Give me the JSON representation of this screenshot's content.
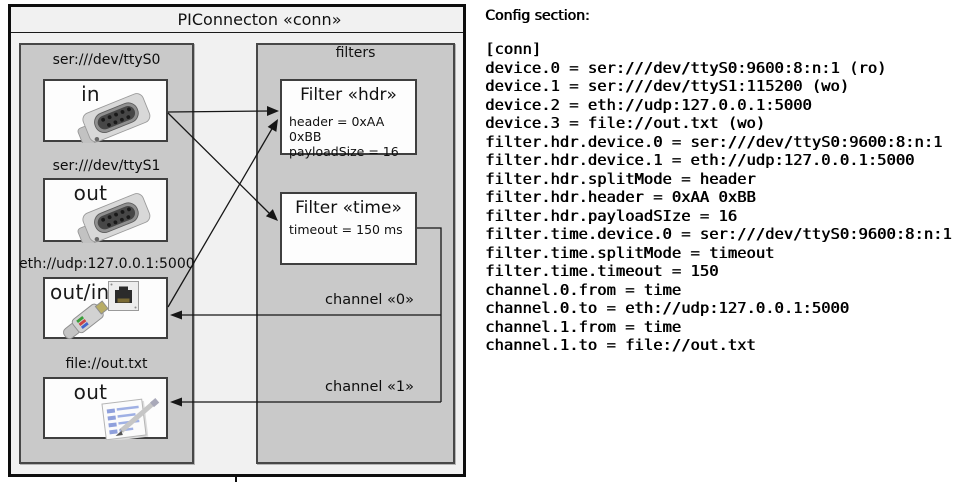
{
  "diagram": {
    "title": "PIConnecton «conn»",
    "devices": [
      {
        "label": "ser:///dev/ttyS0",
        "port": "in",
        "icon": "serial-db9-connector"
      },
      {
        "label": "ser:///dev/ttyS1",
        "port": "out",
        "icon": "serial-db9-connector"
      },
      {
        "label": "eth://udp:127.0.0.1:5000",
        "port": "out/in",
        "icon": "ethernet-rj45-connector"
      },
      {
        "label": "file://out.txt",
        "port": "out",
        "icon": "note-document-pencil"
      }
    ],
    "filters_title": "filters",
    "filters": [
      {
        "title": "Filter «hdr»",
        "props": [
          "header = 0xAA 0xBB",
          "payloadSize = 16"
        ]
      },
      {
        "title": "Filter «time»",
        "props": [
          "timeout = 150 ms"
        ]
      }
    ],
    "channels": [
      {
        "label": "channel «0»"
      },
      {
        "label": "channel «1»"
      }
    ]
  },
  "config": {
    "heading": "Config section:",
    "lines": [
      "[conn]",
      "device.0 = ser:///dev/ttyS0:9600:8:n:1 (ro)",
      "device.1 = ser:///dev/ttyS1:115200 (wo)",
      "device.2 = eth://udp:127.0.0.1:5000",
      "device.3 = file://out.txt (wo)",
      "filter.hdr.device.0 = ser:///dev/ttyS0:9600:8:n:1",
      "filter.hdr.device.1 = eth://udp:127.0.0.1:5000",
      "filter.hdr.splitMode = header",
      "filter.hdr.header = 0xAA 0xBB",
      "filter.hdr.payloadSIze = 16",
      "filter.time.device.0 = ser:///dev/ttyS0:9600:8:n:1",
      "filter.time.splitMode = timeout",
      "filter.time.timeout = 150",
      "channel.0.from = time",
      "channel.0.to = eth://udp:127.0.0.1:5000",
      "channel.1.from = time",
      "channel.1.to = file://out.txt"
    ]
  },
  "colors": {
    "outer_background": "#f1f1f1",
    "panel_fill": "#c9c9c9",
    "box_fill": "#fdfdfd",
    "border_dark": "#3f3f3f",
    "line_color": "#161616"
  }
}
